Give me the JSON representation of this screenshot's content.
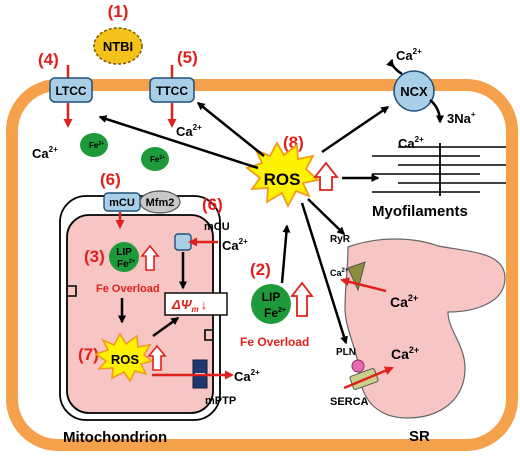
{
  "labels": {
    "n1": "(1)",
    "n2": "(2)",
    "n3": "(3)",
    "n4": "(4)",
    "n5": "(5)",
    "n6a": "(6)",
    "n6b": "(6)",
    "n7": "(7)",
    "n8": "(8)",
    "ntbi": "NTBI",
    "ltcc": "LTCC",
    "ttcc": "TTCC",
    "ncx": "NCX",
    "ca": "Ca",
    "charge2": "2+",
    "na3": "3Na",
    "plus": "+",
    "fe": "Fe",
    "ros": "ROS",
    "myofilaments": "Myofilaments",
    "mcu": "mCU",
    "mfm2": "Mfm2",
    "lip": "LIP",
    "fe_overload": "Fe Overload",
    "delta_psi": "ΔΨ",
    "psi_sub": "m",
    "down_arrow": "↓",
    "mptp": "mPTP",
    "mitochondrion": "Mitochondrion",
    "ryr": "RyR",
    "pln": "PLN",
    "serca": "SERCA",
    "sr": "SR"
  },
  "colors": {
    "cell_border": "#f5a04a",
    "channel": "#a9cfe8",
    "iron": "#1e9a3a",
    "ntbi": "#f4c21a",
    "ros": "#fff200",
    "ros_edge": "#f39a1e",
    "sr": "#f6c5c4",
    "accent": "#e0201b"
  }
}
